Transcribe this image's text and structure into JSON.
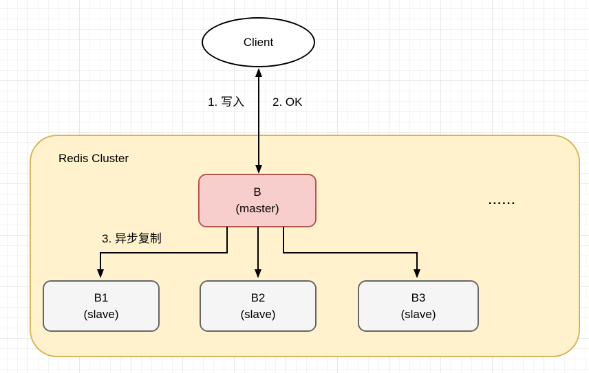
{
  "diagram": {
    "client": {
      "label": "Client"
    },
    "flow_labels": {
      "write": "1. 写入",
      "ok": "2. OK",
      "replicate": "3. 异步复制"
    },
    "cluster": {
      "title": "Redis Cluster",
      "ellipsis": "......",
      "master": {
        "name": "B",
        "role": "(master)"
      },
      "slaves": [
        {
          "name": "B1",
          "role": "(slave)"
        },
        {
          "name": "B2",
          "role": "(slave)"
        },
        {
          "name": "B3",
          "role": "(slave)"
        }
      ]
    },
    "colors": {
      "cluster_fill": "#FFF2CC",
      "cluster_border": "#D6B656",
      "master_fill": "#F8CECC",
      "master_border": "#B85450",
      "slave_fill": "#F5F5F5",
      "slave_border": "#666666",
      "client_fill": "#FFFFFF",
      "client_border": "#000000",
      "arrow": "#000000"
    }
  }
}
